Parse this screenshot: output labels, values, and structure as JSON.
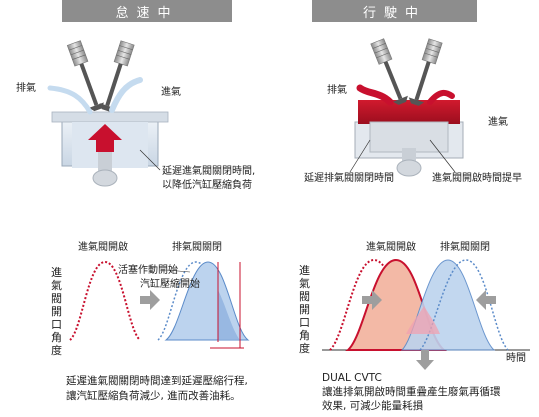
{
  "headers": {
    "left": "怠速中",
    "right": "行駛中"
  },
  "left_engine": {
    "exhaust_label": "排氣",
    "intake_label": "進氣",
    "note_line1": "延遲進氣閥關閉時間,",
    "note_line2": "以降低汽缸壓縮負荷"
  },
  "right_engine": {
    "exhaust_label": "排氣",
    "intake_label": "進氣",
    "note_exhaust": "延遲排氣閥關閉時間",
    "note_intake": "進氣閥開啟時間提早"
  },
  "left_graph": {
    "label_intake_open": "進氣閥開啟",
    "label_exhaust_close": "排氣閥關閉",
    "label_piston_start": "活塞作動開始",
    "label_compress_start": "汽缸壓縮開始",
    "ylabel": "進氣閥開口角度"
  },
  "right_graph": {
    "label_intake_open": "進氣閥開啟",
    "label_exhaust_close": "排氣閥關閉",
    "ylabel": "進氣閥開口角度",
    "xlabel": "時間"
  },
  "captions": {
    "left_line1": "延遲進氣閥關閉時間達到延遲壓縮行程,",
    "left_line2": "讓汽缸壓縮負荷減少, 進而改善油耗。",
    "right_title": "DUAL CVTC",
    "right_line1": "讓進排氣開啟時間重疊產生廢氣再循環",
    "right_line2": "效果, 可減少能量耗損"
  },
  "colors": {
    "header_bg": "#8d8d8d",
    "red": "#c8102e",
    "blue": "#5b8bc9",
    "light_blue": "#bcd3ee",
    "salmon": "#f3b9a6",
    "gray_arrow": "#9e9e9e"
  }
}
